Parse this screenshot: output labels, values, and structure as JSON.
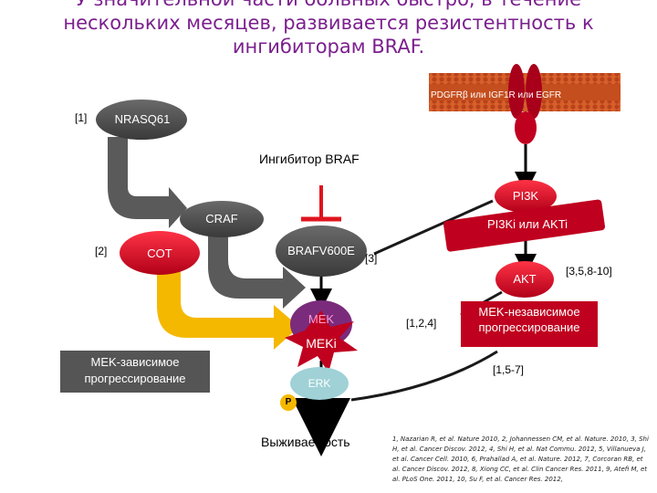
{
  "title": {
    "line1": "У значительной части больных быстро, в течение",
    "line2": "нескольких месяцев, развивается резистентность к",
    "line3": "ингибиторам BRAF."
  },
  "receptor": {
    "label": "PDGFRβ или IGF1R или EGFR"
  },
  "nodes": {
    "nras": "NRASQ61",
    "braf_inhibitor": "Ингибитор BRAF",
    "pi3k": "PI3K",
    "craf": "CRAF",
    "pi3ki": "PI3Ki или AKTi",
    "cot": "COT",
    "brafv600e": "BRAFV600E",
    "akt": "AKT",
    "mek": "MEK",
    "meki": "MEKi",
    "erk": "ERK",
    "p": "P",
    "survival": "Выживаемость",
    "mek_dependent": "MEK-зависимое прогрессирование",
    "mek_independent": "MEK-независимое прогрессирование"
  },
  "citations": {
    "c1": "[1]",
    "c2": "[2]",
    "c3": "[3]",
    "c124": "[1,2,4]",
    "c3510": "[3,5,8-10]",
    "c157": "[1,5-7]"
  },
  "references": "1, Nazarian R, et al. Nature 2010, 2, Johannessen CM, et al. Nature. 2010, 3, Shi H, et al. Cancer Discov. 2012, 4, Shi H, et al. Nat Commu. 2012, 5, Villanueva J, et al. Cancer Cell. 2010, 6, Prahallad A, et al. Nature. 2012, 7, Corcoran RB, et al. Cancer Discov. 2012, 8, Xiong CC, et al. Clin Cancer Res. 2011, 9, Atefi M, et al. PLoS One. 2011, 10, Su F, et al. Cancer Res. 2012,",
  "colors": {
    "title": "#7b1f8e",
    "membrane": "#c8501e",
    "receptor": "#c00000",
    "red_node": "#d0122c",
    "dark_node": "#4d4d4d",
    "grey_arrow": "#5a5a5a",
    "yellow_arrow": "#f5b800",
    "mek_purple": "#7b2b7c",
    "erk_teal": "#9fd1d6",
    "survival_arrow": "#000000"
  }
}
